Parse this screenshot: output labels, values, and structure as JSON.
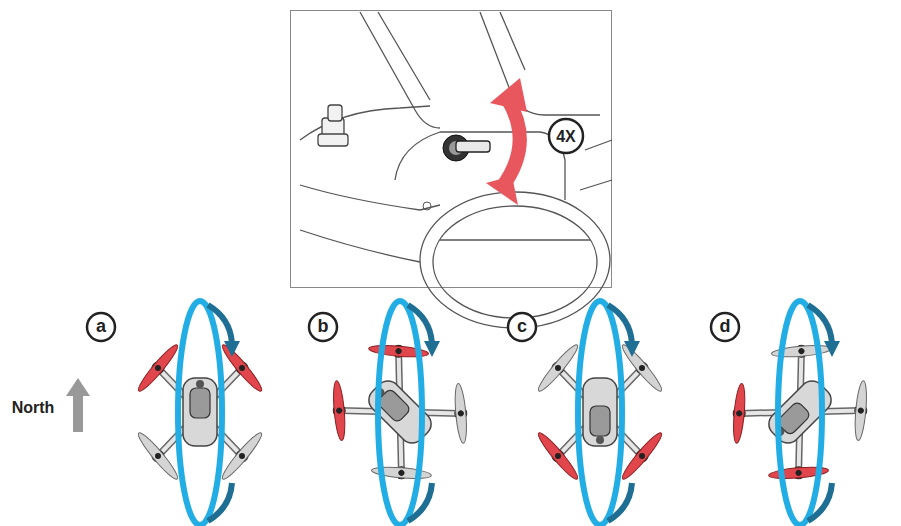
{
  "diagram": {
    "labels": [
      "4X",
      "a",
      "b",
      "c",
      "d",
      "North"
    ]
  }
}
